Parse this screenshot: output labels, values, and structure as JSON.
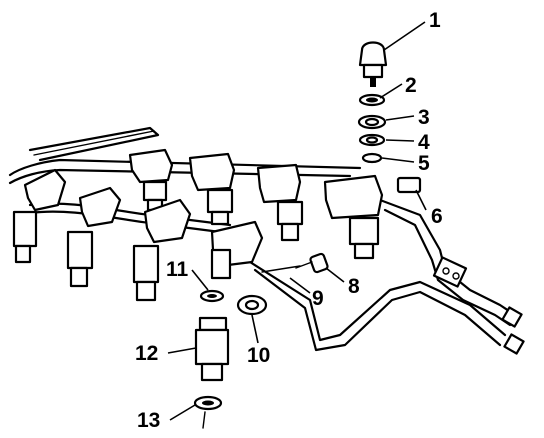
{
  "callouts": [
    {
      "id": 1,
      "text": "1"
    },
    {
      "id": 2,
      "text": "2"
    },
    {
      "id": 3,
      "text": "3"
    },
    {
      "id": 4,
      "text": "4"
    },
    {
      "id": 5,
      "text": "5"
    },
    {
      "id": 6,
      "text": "6"
    },
    {
      "id": 8,
      "text": "8"
    },
    {
      "id": 9,
      "text": "9"
    },
    {
      "id": 10,
      "text": "10"
    },
    {
      "id": 11,
      "text": "11"
    },
    {
      "id": 12,
      "text": "12"
    },
    {
      "id": 13,
      "text": "13"
    }
  ]
}
